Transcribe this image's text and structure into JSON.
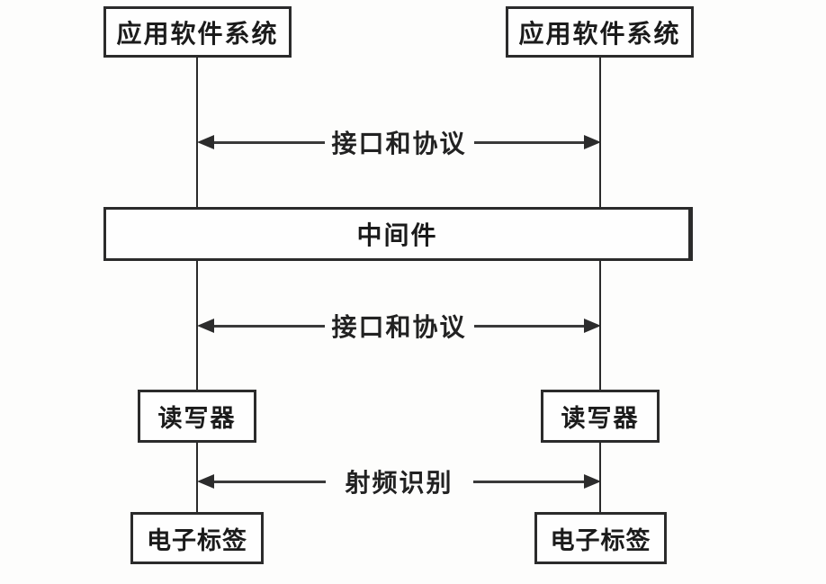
{
  "diagram": {
    "title_implied": "RFID middleware architecture",
    "nodes": {
      "app_left": "应用软件系统",
      "app_right": "应用软件系统",
      "middleware": "中间件",
      "reader_left": "读写器",
      "reader_right": "读写器",
      "tag_left": "电子标签",
      "tag_right": "电子标签"
    },
    "links": {
      "interface_protocol_top": "接口和协议",
      "interface_protocol_bottom": "接口和协议",
      "rfid": "射频识别"
    },
    "colors": {
      "background": "#fdfdfc",
      "box_border": "#2b2b2b",
      "line": "#3a3a3a",
      "text": "#1b1b1b"
    }
  }
}
